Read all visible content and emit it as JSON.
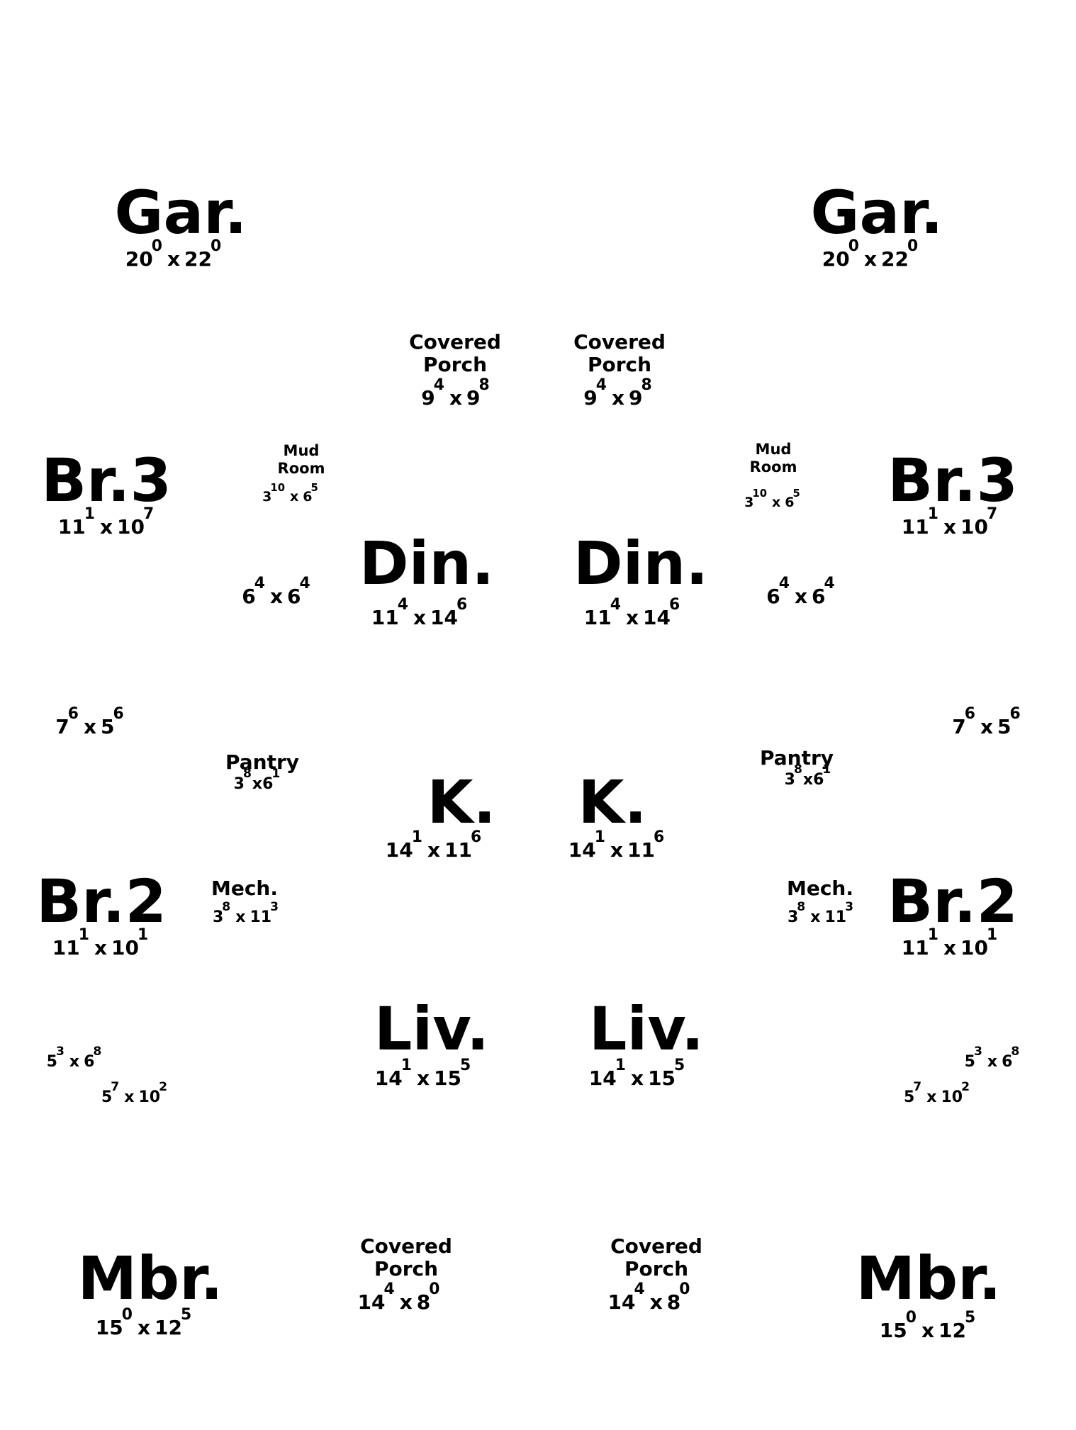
{
  "rooms": {
    "gar_left": {
      "name": "Gar.",
      "a": "20",
      "ae": "0",
      "b": "22",
      "be": "0"
    },
    "gar_right": {
      "name": "Gar.",
      "a": "20",
      "ae": "0",
      "b": "22",
      "be": "0"
    },
    "porch_top_left": {
      "name1": "Covered",
      "name2": "Porch",
      "a": "9",
      "ae": "4",
      "b": "9",
      "be": "8"
    },
    "porch_top_right": {
      "name1": "Covered",
      "name2": "Porch",
      "a": "9",
      "ae": "4",
      "b": "9",
      "be": "8"
    },
    "br3_left": {
      "name": "Br.3",
      "a": "11",
      "ae": "1",
      "b": "10",
      "be": "7"
    },
    "br3_right": {
      "name": "Br.3",
      "a": "11",
      "ae": "1",
      "b": "10",
      "be": "7"
    },
    "mud_left": {
      "name1": "Mud",
      "name2": "Room",
      "a": "3",
      "ae": "10",
      "b": "6",
      "be": "5"
    },
    "mud_right": {
      "name1": "Mud",
      "name2": "Room",
      "a": "3",
      "ae": "10",
      "b": "6",
      "be": "5"
    },
    "din_left": {
      "name": "Din.",
      "a": "11",
      "ae": "4",
      "b": "14",
      "be": "6"
    },
    "din_right": {
      "name": "Din.",
      "a": "11",
      "ae": "4",
      "b": "14",
      "be": "6"
    },
    "closet64_left": {
      "a": "6",
      "ae": "4",
      "b": "6",
      "be": "4"
    },
    "closet64_right": {
      "a": "6",
      "ae": "4",
      "b": "6",
      "be": "4"
    },
    "closet75_left": {
      "a": "7",
      "ae": "6",
      "b": "5",
      "be": "6"
    },
    "closet75_right": {
      "a": "7",
      "ae": "6",
      "b": "5",
      "be": "6"
    },
    "pantry_left": {
      "name": "Pantry",
      "a": "3",
      "ae": "8",
      "b": "6",
      "be": "1"
    },
    "pantry_right": {
      "name": "Pantry",
      "a": "3",
      "ae": "8",
      "b": "6",
      "be": "1"
    },
    "k_left": {
      "name": "K.",
      "a": "14",
      "ae": "1",
      "b": "11",
      "be": "6"
    },
    "k_right": {
      "name": "K.",
      "a": "14",
      "ae": "1",
      "b": "11",
      "be": "6"
    },
    "br2_left": {
      "name": "Br.2",
      "a": "11",
      "ae": "1",
      "b": "10",
      "be": "1"
    },
    "br2_right": {
      "name": "Br.2",
      "a": "11",
      "ae": "1",
      "b": "10",
      "be": "1"
    },
    "mech_left": {
      "name": "Mech.",
      "a": "3",
      "ae": "8",
      "b": "11",
      "be": "3"
    },
    "mech_right": {
      "name": "Mech.",
      "a": "3",
      "ae": "8",
      "b": "11",
      "be": "3"
    },
    "liv_left": {
      "name": "Liv.",
      "a": "14",
      "ae": "1",
      "b": "15",
      "be": "5"
    },
    "liv_right": {
      "name": "Liv.",
      "a": "14",
      "ae": "1",
      "b": "15",
      "be": "5"
    },
    "closet56_left": {
      "a": "5",
      "ae": "3",
      "b": "6",
      "be": "8"
    },
    "closet56_right": {
      "a": "5",
      "ae": "3",
      "b": "6",
      "be": "8"
    },
    "closet510_left": {
      "a": "5",
      "ae": "7",
      "b": "10",
      "be": "2"
    },
    "closet510_right": {
      "a": "5",
      "ae": "7",
      "b": "10",
      "be": "2"
    },
    "mbr_left": {
      "name": "Mbr.",
      "a": "15",
      "ae": "0",
      "b": "12",
      "be": "5"
    },
    "mbr_right": {
      "name": "Mbr.",
      "a": "15",
      "ae": "0",
      "b": "12",
      "be": "5"
    },
    "porch_bot_left": {
      "name1": "Covered",
      "name2": "Porch",
      "a": "14",
      "ae": "4",
      "b": "8",
      "be": "0"
    },
    "porch_bot_right": {
      "name1": "Covered",
      "name2": "Porch",
      "a": "14",
      "ae": "4",
      "b": "8",
      "be": "0"
    }
  },
  "dim_separator": "x"
}
